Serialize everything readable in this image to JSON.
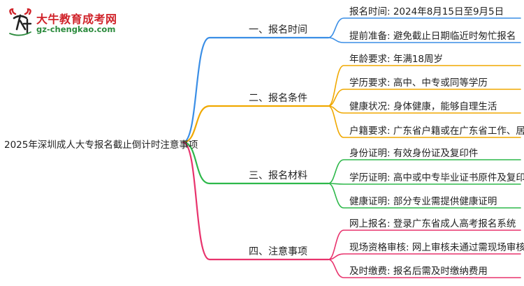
{
  "logo": {
    "title": "大牛教育成考网",
    "url": "gz-chengkao.com",
    "mark_text": "大牛"
  },
  "colors": {
    "branch1": "#3a8ee6",
    "branch2": "#f0a800",
    "branch3": "#2db84a",
    "branch4": "#e8336d"
  },
  "root": {
    "label": "2025年深圳成人大专报名截止倒计时注意事项"
  },
  "branches": [
    {
      "label": "一、报名时间",
      "leaves": [
        "报名时间: 2024年8月15日至9月5日",
        "提前准备: 避免截止日期临近时匆忙报名"
      ]
    },
    {
      "label": "二、报名条件",
      "leaves": [
        "年龄要求: 年满18周岁",
        "学历要求: 高中、中专或同等学历",
        "健康状况: 身体健康，能够自理生活",
        "户籍要求: 广东省户籍或在广东省工作、居住"
      ]
    },
    {
      "label": "三、报名材料",
      "leaves": [
        "身份证明: 有效身份证及复印件",
        "学历证明: 高中或中专毕业证书原件及复印件",
        "健康证明: 部分专业需提供健康证明"
      ]
    },
    {
      "label": "四、注意事项",
      "leaves": [
        "网上报名: 登录广东省成人高考报名系统",
        "现场资格审核: 网上审核未通过需现场审核",
        "及时缴费: 报名后需及时缴纳费用"
      ]
    }
  ]
}
